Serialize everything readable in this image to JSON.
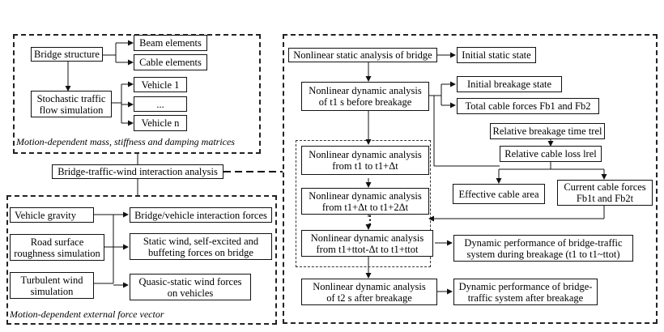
{
  "group_left_top": {
    "caption": "Motion-dependent mass, stiffness and damping matrices",
    "bridge_structure": "Bridge structure",
    "beam_elements": "Beam elements",
    "cable_elements": "Cable elements",
    "traffic_sim_l1": "Stochastic traffic",
    "traffic_sim_l2": "flow simulation",
    "vehicle_1": "Vehicle 1",
    "vehicle_dots": "...",
    "vehicle_n": "Vehicle n"
  },
  "interaction": {
    "label": "Bridge-traffic-wind interaction analysis"
  },
  "group_left_bottom": {
    "caption": "Motion-dependent external force vector",
    "vehicle_gravity": "Vehicle gravity",
    "road_l1": "Road surface",
    "road_l2": "roughness simulation",
    "turb_l1": "Turbulent wind",
    "turb_l2": "simulation",
    "bv_forces": "Bridge/vehicle interaction forces",
    "static_l1": "Static wind, self-excited and",
    "static_l2": "buffeting forces on bridge",
    "quasi_l1": "Quasic-static wind forces",
    "quasi_l2": "on vehicles"
  },
  "right": {
    "nonlinear_static": "Nonlinear static analysis of bridge",
    "initial_static": "Initial static state",
    "dyn_before_l1": "Nonlinear dynamic analysis",
    "dyn_before_l2": "of t1 s before breakage",
    "initial_breakage": "Initial breakage state",
    "total_forces": "Total cable forces Fb1 and Fb2",
    "rel_time": "Relative breakage time trel",
    "rel_loss": "Relative cable loss lrel",
    "eff_area": "Effective cable area",
    "cur_forces_l1": "Current cable forces",
    "cur_forces_l2": "Fb1t and Fb2t",
    "step1_l1": "Nonlinear dynamic analysis",
    "step1_l2": "from t1 to t1+Δt",
    "step2_l1": "Nonlinear dynamic analysis",
    "step2_l2": "from t1+Δt  to t1+2Δt",
    "dots": "⋮",
    "step3_l1": "Nonlinear dynamic analysis",
    "step3_l2": "from t1+ttot-Δt  to t1+ttot",
    "perf_during_l1": "Dynamic performance of bridge-traffic",
    "perf_during_l2": "system during breakage (t1 to t1~ttot)",
    "dyn_after_l1": "Nonlinear dynamic analysis",
    "dyn_after_l2": "of t2 s after breakage",
    "perf_after_l1": "Dynamic performance of bridge-",
    "perf_after_l2": "traffic system after breakage"
  }
}
